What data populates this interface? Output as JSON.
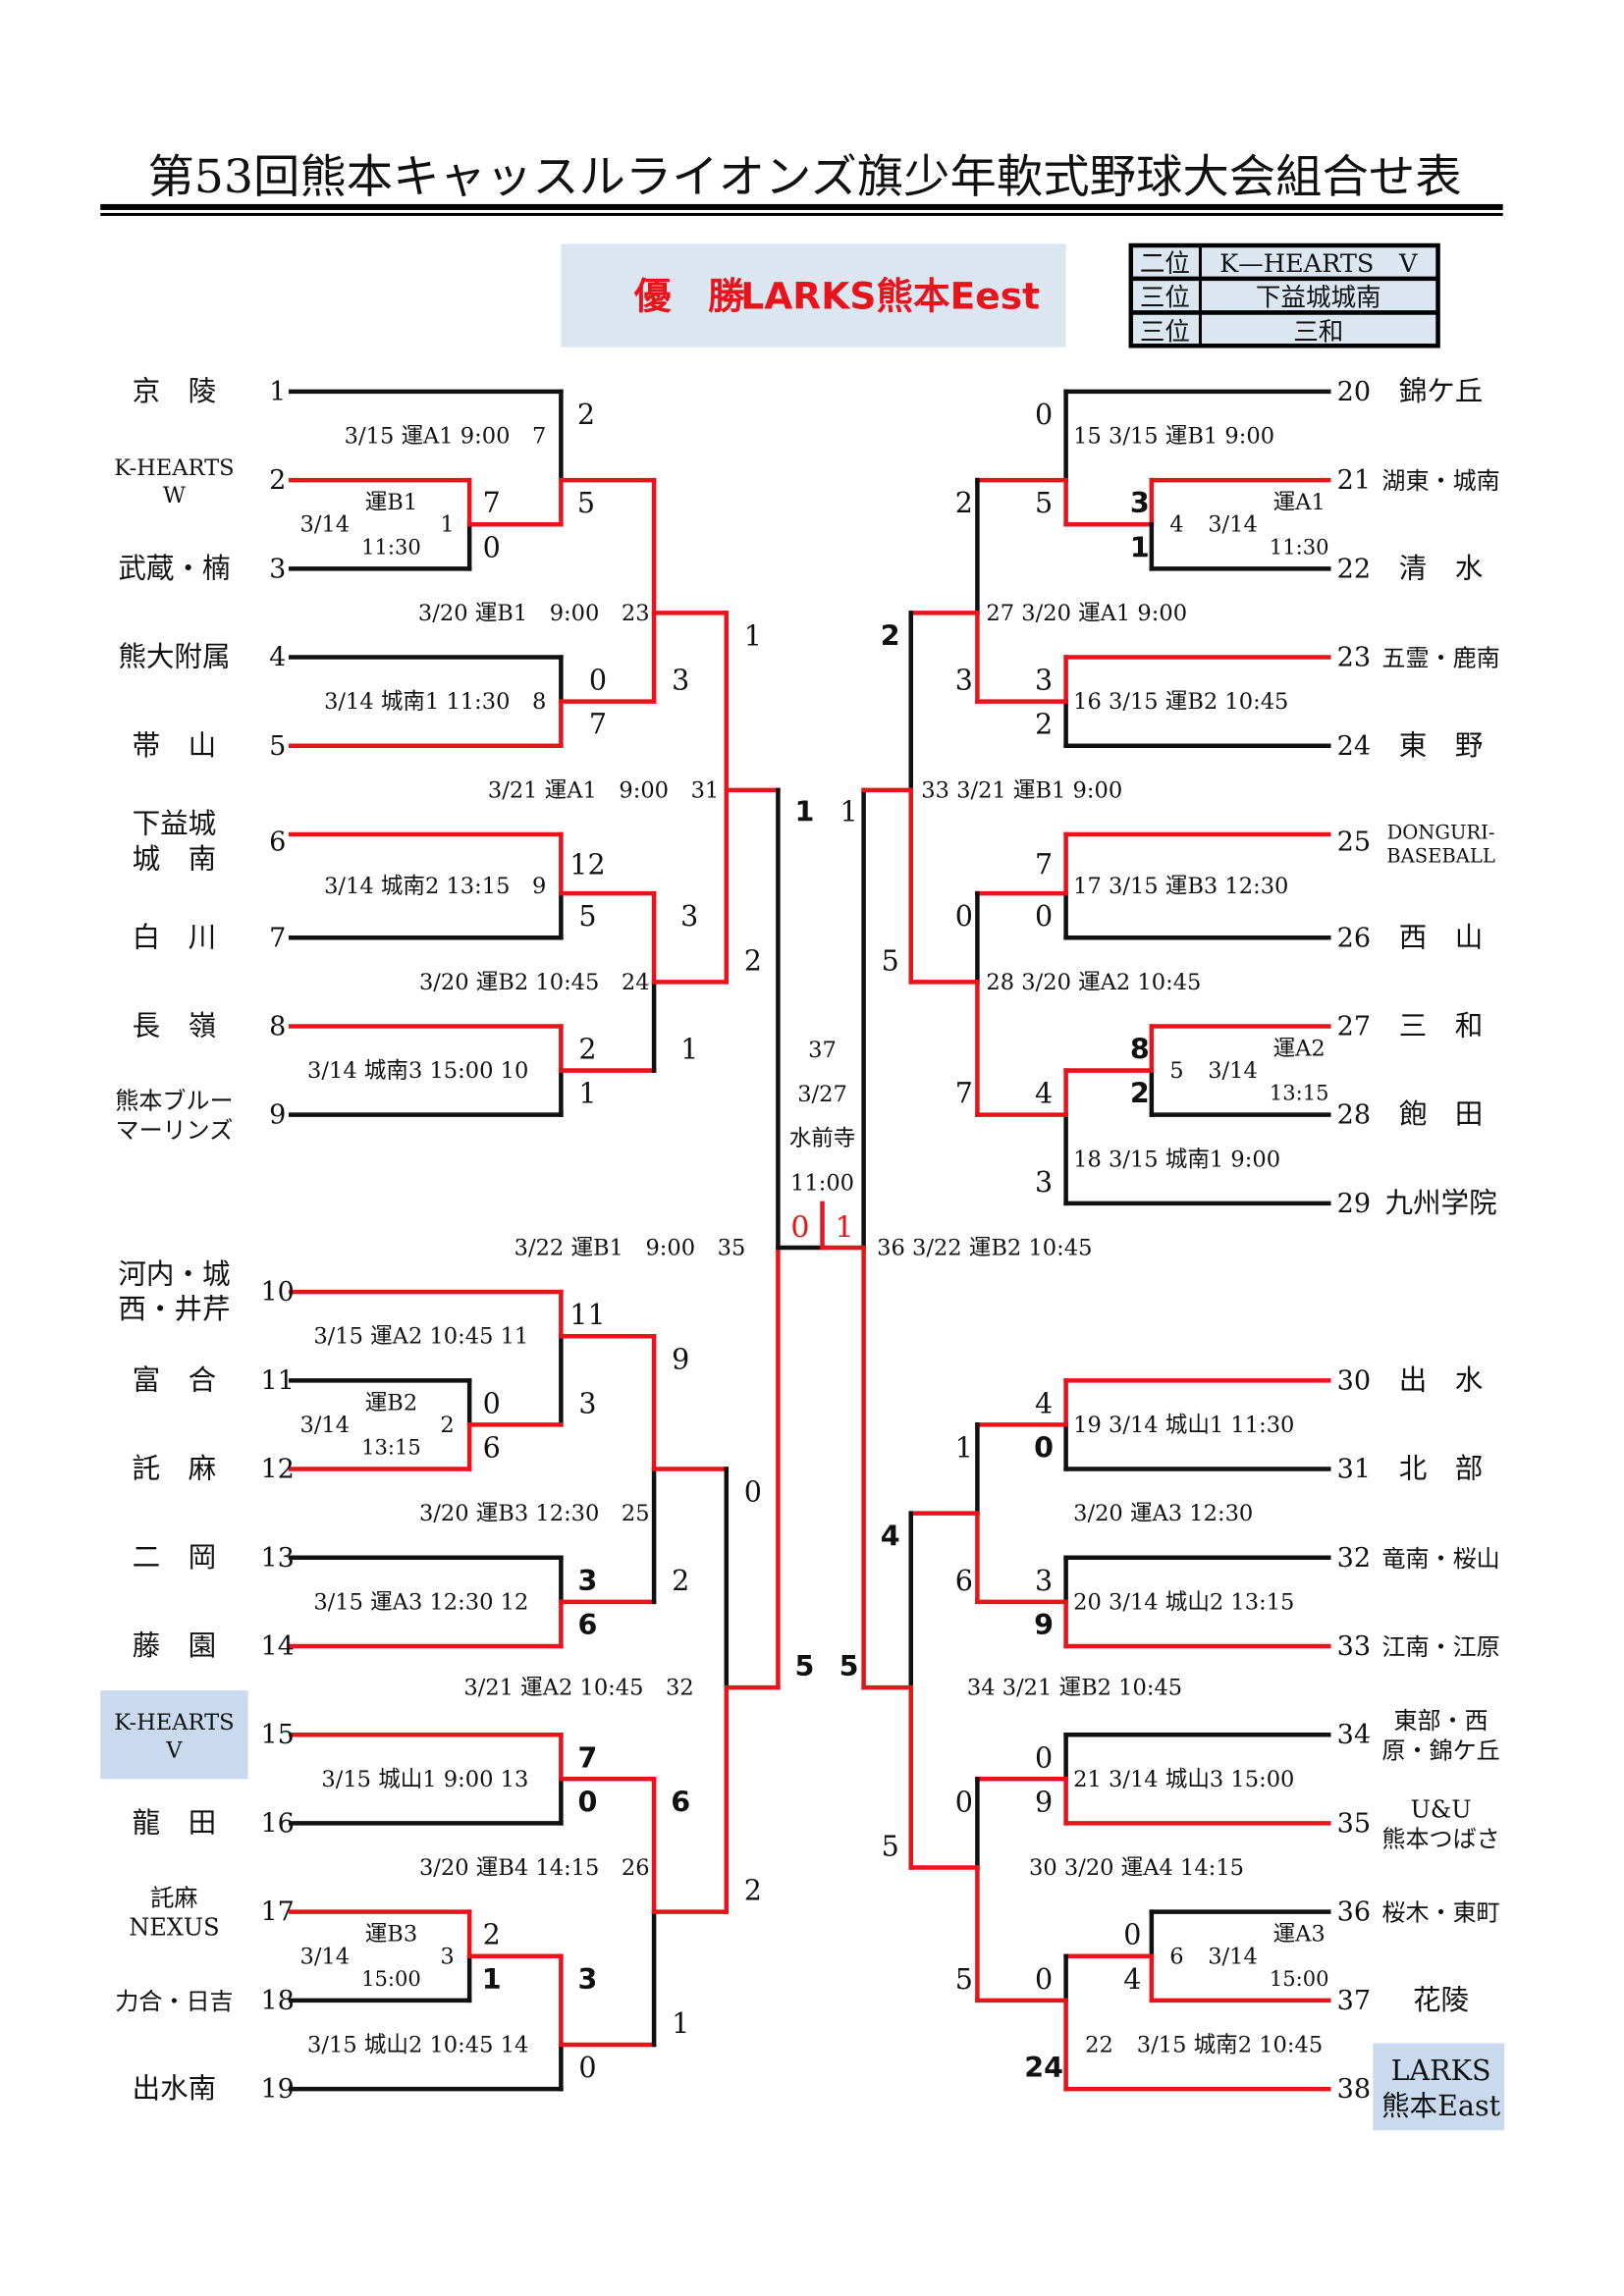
{
  "title": "第53回熊本キャッスルライオンズ旗少年軟式野球大会組合せ表",
  "champion": {
    "label": "優　勝",
    "team": "LARKS熊本Eest"
  },
  "standings": [
    {
      "rank": "二位",
      "team": "K—HEARTS　V"
    },
    {
      "rank": "三位",
      "team": "下益城城南"
    },
    {
      "rank": "三位",
      "team": "三和"
    }
  ],
  "colors": {
    "winner_line": "#e8141b",
    "loser_line": "#111111",
    "highlight": "#c9d9ee",
    "panel": "#dce6f1"
  },
  "teams_left": [
    {
      "no": "1",
      "name": [
        "京　陵"
      ]
    },
    {
      "no": "2",
      "name": [
        "K-HEARTS",
        "W"
      ]
    },
    {
      "no": "3",
      "name": [
        "武蔵・楠"
      ]
    },
    {
      "no": "4",
      "name": [
        "熊大附属"
      ]
    },
    {
      "no": "5",
      "name": [
        "帯　山"
      ]
    },
    {
      "no": "6",
      "name": [
        "下益城",
        "城　南"
      ]
    },
    {
      "no": "7",
      "name": [
        "白　川"
      ]
    },
    {
      "no": "8",
      "name": [
        "長　嶺"
      ]
    },
    {
      "no": "9",
      "name": [
        "熊本ブルー",
        "マーリンズ"
      ]
    },
    {
      "no": "10",
      "name": [
        "河内・城",
        "西・井芹"
      ]
    },
    {
      "no": "11",
      "name": [
        "富　合"
      ]
    },
    {
      "no": "12",
      "name": [
        "託　麻"
      ]
    },
    {
      "no": "13",
      "name": [
        "二　岡"
      ]
    },
    {
      "no": "14",
      "name": [
        "藤　園"
      ]
    },
    {
      "no": "15",
      "name": [
        "K-HEARTS",
        "V"
      ]
    },
    {
      "no": "16",
      "name": [
        "龍　田"
      ]
    },
    {
      "no": "17",
      "name": [
        "託麻",
        "NEXUS"
      ]
    },
    {
      "no": "18",
      "name": [
        "力合・日吉"
      ]
    },
    {
      "no": "19",
      "name": [
        "出水南"
      ]
    }
  ],
  "teams_right": [
    {
      "no": "20",
      "name": [
        "錦ケ丘"
      ]
    },
    {
      "no": "21",
      "name": [
        "湖東・城南"
      ]
    },
    {
      "no": "22",
      "name": [
        "清　水"
      ]
    },
    {
      "no": "23",
      "name": [
        "五霊・鹿南"
      ]
    },
    {
      "no": "24",
      "name": [
        "東　野"
      ]
    },
    {
      "no": "25",
      "name": [
        "DONGURI-",
        "BASEBALL"
      ]
    },
    {
      "no": "26",
      "name": [
        "西　山"
      ]
    },
    {
      "no": "27",
      "name": [
        "三　和"
      ]
    },
    {
      "no": "28",
      "name": [
        "飽　田"
      ]
    },
    {
      "no": "29",
      "name": [
        "九州学院"
      ]
    },
    {
      "no": "30",
      "name": [
        "出　水"
      ]
    },
    {
      "no": "31",
      "name": [
        "北　部"
      ]
    },
    {
      "no": "32",
      "name": [
        "竜南・桜山"
      ]
    },
    {
      "no": "33",
      "name": [
        "江南・江原"
      ]
    },
    {
      "no": "34",
      "name": [
        "東部・西",
        "原・錦ケ丘"
      ]
    },
    {
      "no": "35",
      "name": [
        "U&U",
        "熊本つばさ"
      ]
    },
    {
      "no": "36",
      "name": [
        "桜木・東町"
      ]
    },
    {
      "no": "37",
      "name": [
        "花陵"
      ]
    },
    {
      "no": "38",
      "name": [
        "LARKS",
        "熊本East"
      ]
    }
  ],
  "game_labels": [
    "3/15 運A1 9:00　7",
    "3/20 運B1　9:00　23",
    "3/14 城南1 11:30　8",
    "3/21 運A1　9:00　31",
    "3/14 城南2 13:15　9",
    "3/20 運B2 10:45　24",
    "3/14 城南3 15:00 10",
    "3/22 運B1　9:00　35",
    "3/15 運A2 10:45 11",
    "3/20 運B3 12:30　25",
    "3/15 運A3 12:30 12",
    "3/21 運A2 10:45　32",
    "3/15 城山1 9:00 13",
    "3/20 運B4 14:15　26",
    "3/15 城山2 10:45 14",
    "運B1",
    "3/14",
    "1",
    "11:30",
    "運B2",
    "3/14",
    "2",
    "13:15",
    "運B3",
    "3/14",
    "3",
    "15:00",
    "15 3/15 運B1 9:00",
    "27 3/20 運A1 9:00",
    "16 3/15 運B2 10:45",
    "33 3/21 運B1 9:00",
    "17 3/15 運B3 12:30",
    "28 3/20 運A2 10:45",
    "18 3/15 城南1 9:00",
    "36 3/22 運B2 10:45",
    "19 3/14 城山1 11:30",
    "3/20 運A3 12:30",
    "20 3/14 城山2 13:15",
    "34 3/21 運B2 10:45",
    "21 3/14 城山3 15:00",
    "30 3/20 運A4 14:15",
    "22",
    "3/15 城南2 10:45",
    "運A1",
    "4",
    "3/14",
    "11:30",
    "運A2",
    "5",
    "3/14",
    "13:15",
    "運A3",
    "6",
    "3/14",
    "15:00"
  ],
  "final": {
    "game_no": "37",
    "date": "3/27",
    "venue": "水前寺",
    "time": "11:00",
    "score_left": "0",
    "score_right": "1"
  },
  "scores": [
    "2",
    "5",
    "7",
    "0",
    "0",
    "7",
    "3",
    "1",
    "12",
    "5",
    "3",
    "2",
    "2",
    "1",
    "1",
    "1",
    "5",
    "1",
    "5",
    "11",
    "3",
    "0",
    "6",
    "9",
    "3",
    "6",
    "2",
    "0",
    "7",
    "0",
    "6",
    "2",
    "1",
    "3",
    "0",
    "1",
    "2",
    "0",
    "5",
    "3",
    "1",
    "2",
    "3",
    "3",
    "2",
    "2",
    "7",
    "0",
    "0",
    "8",
    "2",
    "4",
    "7",
    "3",
    "5",
    "4",
    "0",
    "1",
    "3",
    "9",
    "6",
    "4",
    "0",
    "9",
    "0",
    "0",
    "4",
    "0",
    "24",
    "5",
    "5"
  ]
}
